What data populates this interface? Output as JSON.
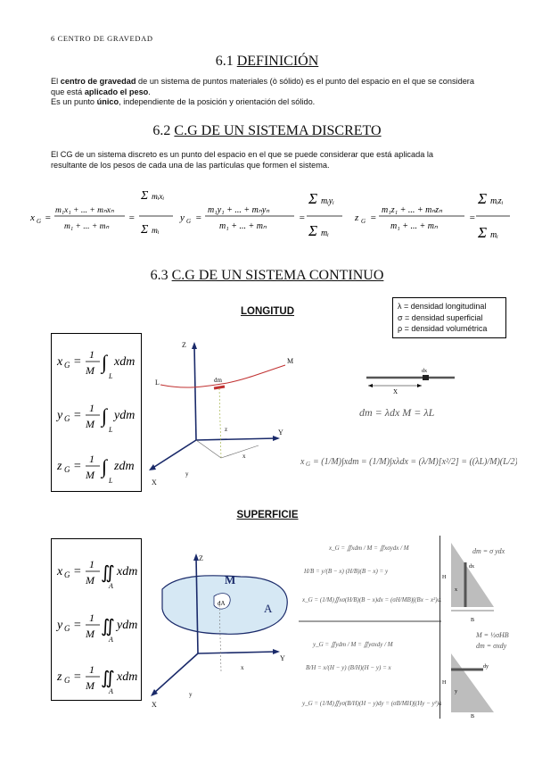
{
  "chapter_header": "6 CENTRO DE GRAVEDAD",
  "s1": {
    "title_num": "6.1",
    "title_text": "DEFINICIÓN",
    "p1_a": "El ",
    "p1_b": "centro de gravedad",
    "p1_c": " de un sistema de puntos materiales (ò sólido) es el punto del espacio en el que se considera que está ",
    "p1_d": "aplicado el peso",
    "p1_e": ".",
    "p2_a": "Es un punto ",
    "p2_b": "único",
    "p2_c": ", independiente de la posición y orientación del sólido."
  },
  "s2": {
    "title_num": "6.2",
    "title_text": "C.G DE UN SISTEMA DISCRETO",
    "p1": "El CG de un sistema discreto es un punto del espacio en el que se puede considerar que está aplicada la resultante de los pesos de cada una de las partículas que formen el sistema."
  },
  "s3": {
    "title_num": "6.3",
    "title_text": "C.G DE UN SISTEMA CONTINUO",
    "longitud_label": "LONGITUD",
    "superficie_label": "SUPERFICIE",
    "legend": [
      "λ = densidad longitudinal",
      "σ = densidad superficial",
      "ρ = densidad volumétrica"
    ]
  },
  "diagram_labels": {
    "z": "Z",
    "y": "Y",
    "x": "X",
    "m": "M",
    "l": "L",
    "dm": "dm",
    "z_small": "z",
    "y_small": "y",
    "x_small": "x",
    "big_m": "M",
    "da": "dA",
    "a": "A",
    "dx": "dx",
    "h": "H",
    "b": "B",
    "dy": "dy"
  }
}
